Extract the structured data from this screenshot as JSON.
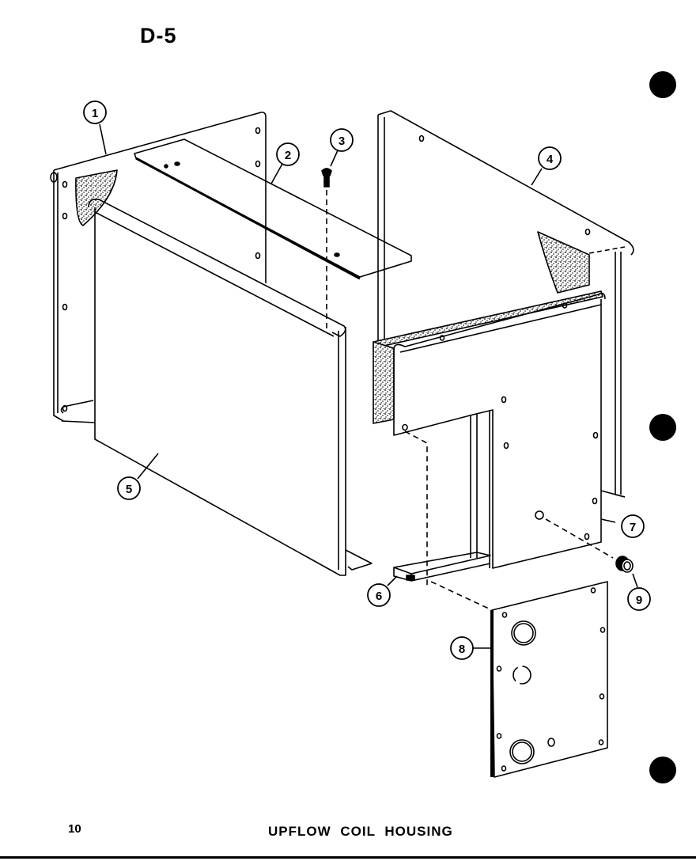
{
  "page": {
    "section_code": "D-5",
    "page_number": "10",
    "caption": "UPFLOW COIL HOUSING"
  },
  "diagram": {
    "type": "exploded-parts-view",
    "line_color": "#000000",
    "background": "#ffffff",
    "callouts": [
      {
        "id": "1",
        "label": "1"
      },
      {
        "id": "2",
        "label": "2"
      },
      {
        "id": "3",
        "label": "3"
      },
      {
        "id": "4",
        "label": "4"
      },
      {
        "id": "5",
        "label": "5"
      },
      {
        "id": "6",
        "label": "6"
      },
      {
        "id": "7",
        "label": "7"
      },
      {
        "id": "8",
        "label": "8"
      },
      {
        "id": "9",
        "label": "9"
      }
    ],
    "punch_holes": 3
  }
}
